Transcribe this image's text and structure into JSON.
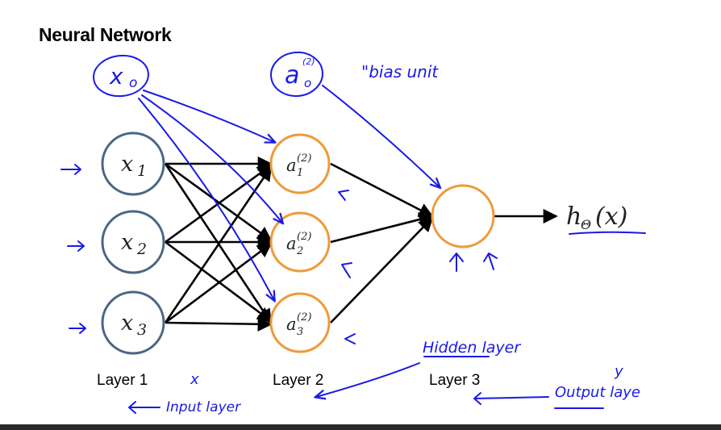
{
  "title": "Neural Network",
  "layers": {
    "layer1": "Layer 1",
    "layer2": "Layer 2",
    "layer3": "Layer 3"
  },
  "nodes": {
    "input": [
      "x",
      "x",
      "x"
    ],
    "input_sub": [
      "1",
      "2",
      "3"
    ],
    "hidden": [
      "a",
      "a",
      "a"
    ],
    "hidden_sup": [
      "(2)",
      "(2)",
      "(2)"
    ],
    "hidden_sub": [
      "1",
      "2",
      "3"
    ]
  },
  "output_label": {
    "h": "h",
    "theta": "Θ",
    "arg": "(x)"
  },
  "annotations": {
    "x0": "x",
    "x0_sub": "o",
    "a0": "a",
    "a0_sup": "(2)",
    "a0_sub": "o",
    "bias_unit": "\"bias unit",
    "hidden_layer": "Hidden layer",
    "input_layer": "Input layer",
    "output_layer": "Output laye",
    "x_mark": "x",
    "y_mark": "y"
  },
  "colors": {
    "input_node": "#4a6685",
    "hidden_node": "#ee9a3a",
    "handwriting": "#1a1ae6"
  }
}
